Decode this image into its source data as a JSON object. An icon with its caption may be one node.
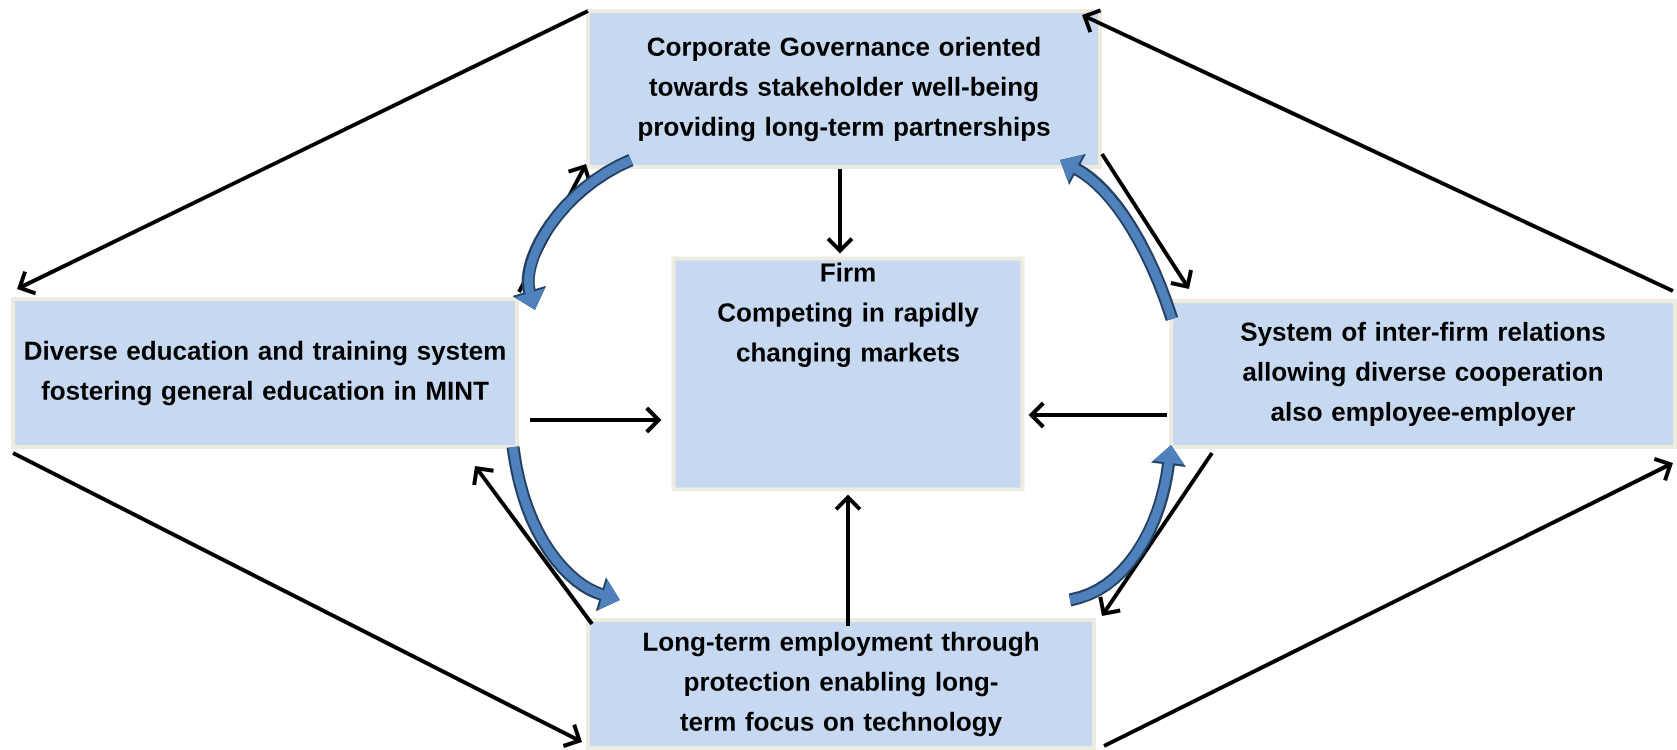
{
  "diagram": {
    "nodes": [
      {
        "text": [
          "Corporate Governance oriented towards stakeholder well-being providing long-term partnerships"
        ]
      },
      {
        "text": [
          "Diverse education and training system fostering general education in MINT"
        ]
      },
      {
        "text": [
          "Firm",
          "Competing in rapidly changing markets"
        ]
      },
      {
        "text": [
          "System of inter-firm relations allowing diverse cooperation also employee-employer"
        ]
      },
      {
        "text": [
          "Long-term employment through protection enabling long-term focus on technology"
        ]
      }
    ],
    "edges": [
      {
        "from": 0,
        "to": 2,
        "arrow": "to"
      },
      {
        "from": 1,
        "to": 2,
        "arrow": "to"
      },
      {
        "from": 3,
        "to": 2,
        "arrow": "to"
      },
      {
        "from": 4,
        "to": 2,
        "arrow": "to"
      },
      {
        "from": 0,
        "to": 1,
        "arrow": "to"
      },
      {
        "from": 1,
        "to": 0,
        "arrow": "to"
      },
      {
        "from": 1,
        "to": 4,
        "arrow": "to"
      },
      {
        "from": 4,
        "to": 1,
        "arrow": "to"
      },
      {
        "from": 4,
        "to": 3,
        "arrow": "to"
      },
      {
        "from": 3,
        "to": 4,
        "arrow": "to"
      },
      {
        "from": 3,
        "to": 0,
        "arrow": "to"
      },
      {
        "from": 0,
        "to": 3,
        "arrow": "to"
      },
      {
        "from": 0,
        "to": 1,
        "arrow": "to",
        "style": "thick",
        "color": "#4f81bd"
      },
      {
        "from": 1,
        "to": 4,
        "arrow": "to",
        "style": "thick",
        "color": "#4f81bd"
      },
      {
        "from": 4,
        "to": 3,
        "arrow": "to",
        "style": "thick",
        "color": "#4f81bd"
      },
      {
        "from": 3,
        "to": 0,
        "arrow": "to",
        "style": "thick",
        "color": "#4f81bd"
      }
    ]
  }
}
